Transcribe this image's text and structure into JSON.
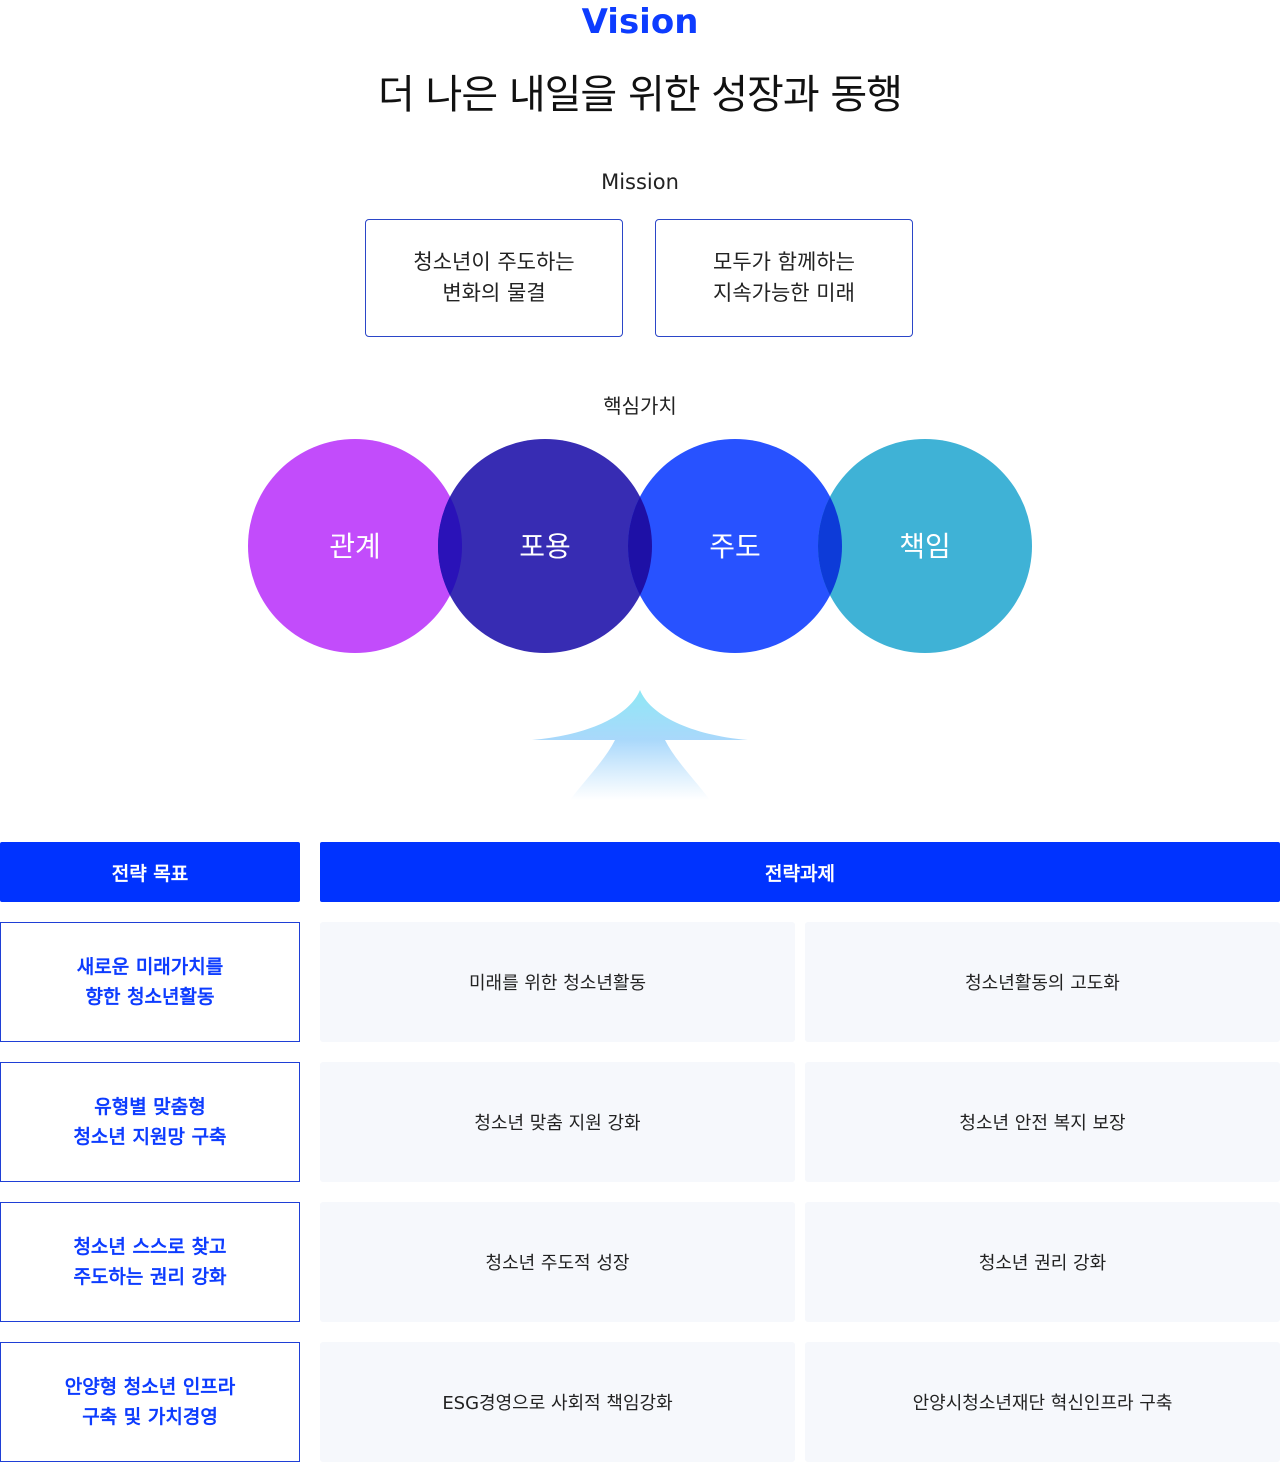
{
  "header": {
    "vision": "Vision",
    "title": "더 나은 내일을 위한 성장과 동행"
  },
  "mission": {
    "label": "Mission",
    "items": [
      {
        "line1": "청소년이 주도하는",
        "line2": "변화의 물결"
      },
      {
        "line1": "모두가 함께하는",
        "line2": "지속가능한 미래"
      }
    ]
  },
  "core_values": {
    "label": "핵심가치",
    "items": [
      {
        "name": "관계",
        "color": "#c24cfb"
      },
      {
        "name": "포용",
        "color": "#372cb3"
      },
      {
        "name": "주도",
        "color": "#2852ff"
      },
      {
        "name": "책임",
        "color": "#3fb2d6"
      }
    ]
  },
  "strategy": {
    "goals_header": "전략 목표",
    "tasks_header": "전략과제",
    "rows": [
      {
        "goal_line1": "새로운 미래가치를",
        "goal_line2": "향한 청소년활동",
        "task1": "미래를 위한 청소년활동",
        "task2": "청소년활동의 고도화"
      },
      {
        "goal_line1": "유형별 맞춤형",
        "goal_line2": "청소년 지원망 구축",
        "task1": "청소년 맞춤 지원 강화",
        "task2": "청소년 안전 복지 보장"
      },
      {
        "goal_line1": "청소년 스스로 찾고",
        "goal_line2": "주도하는 권리 강화",
        "task1": "청소년 주도적 성장",
        "task2": "청소년 권리 강화"
      },
      {
        "goal_line1": "안양형 청소년 인프라",
        "goal_line2": "구축 및 가치경영",
        "task1": "ESG경영으로 사회적 책임강화",
        "task2": "안양시청소년재단 혁신인프라 구축"
      }
    ]
  },
  "colors": {
    "accent": "#0033ff",
    "overlap_dark": "#1e10a6"
  }
}
